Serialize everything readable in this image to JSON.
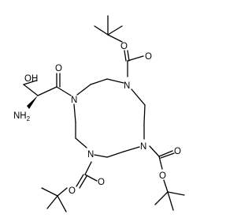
{
  "labels": {
    "hydroxyl": "OH",
    "amine": "NH",
    "amine_subscript": "2",
    "oxygen": "O",
    "nitrogen": "N"
  }
}
